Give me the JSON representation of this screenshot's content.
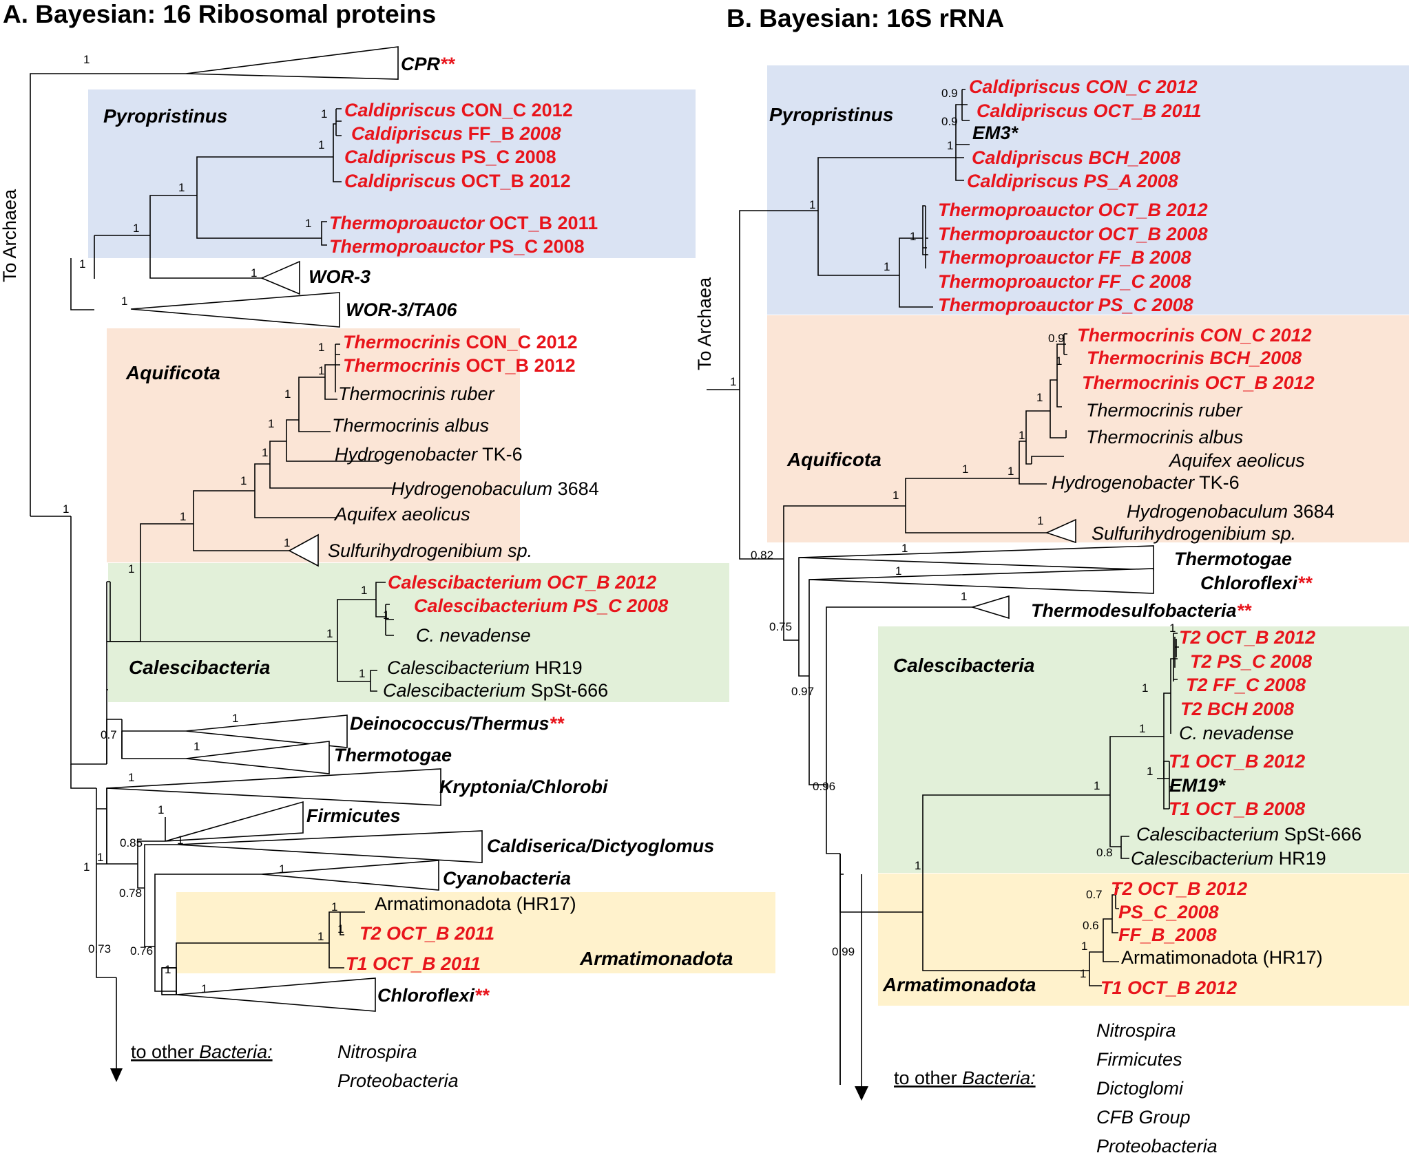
{
  "panels": [
    {
      "title": "A. Bayesian: 16 Ribosomal proteins",
      "outgroup_label": "To Archaea",
      "other_bacteria_label": [
        "to other ",
        "Bacteria:"
      ],
      "other_bacteria_taxa": [
        "Nitrospira",
        "Proteobacteria"
      ],
      "groups": [
        {
          "name": "Pyropristinus",
          "color": "#dae3f3"
        },
        {
          "name": "Aquificota",
          "color": "#fbe5d6"
        },
        {
          "name": "Calescibacteria",
          "color": "#e2f0d9"
        },
        {
          "name": "Armatimonadota",
          "color": "#fff2cc"
        }
      ],
      "tips": [
        {
          "id": "a_cpr",
          "parts": [
            [
              "CPR",
              "bi"
            ],
            [
              "**",
              "rbi"
            ]
          ]
        },
        {
          "id": "a_cal_con",
          "parts": [
            [
              "Caldipriscus",
              "rbi"
            ],
            [
              " CON_C 2012",
              "rb"
            ]
          ]
        },
        {
          "id": "a_cal_ff",
          "parts": [
            [
              "Caldipriscus",
              "rbi"
            ],
            [
              " FF_B ",
              "rb"
            ],
            [
              "2008",
              "rbi"
            ]
          ]
        },
        {
          "id": "a_cal_ps",
          "parts": [
            [
              "Caldipriscus",
              "rbi"
            ],
            [
              " PS_C 2008",
              "rb"
            ]
          ]
        },
        {
          "id": "a_cal_oct",
          "parts": [
            [
              "Caldipriscus",
              "rbi"
            ],
            [
              " OCT_B 2012",
              "rb"
            ]
          ]
        },
        {
          "id": "a_tp_oct",
          "parts": [
            [
              "Thermoproauctor",
              "rbi"
            ],
            [
              " OCT_B 2011",
              "rb"
            ]
          ]
        },
        {
          "id": "a_tp_ps",
          "parts": [
            [
              "Thermoproauctor",
              "rbi"
            ],
            [
              " PS_C 2008",
              "rb"
            ]
          ]
        },
        {
          "id": "a_wor3",
          "parts": [
            [
              "WOR-3",
              "bi"
            ]
          ]
        },
        {
          "id": "a_wor3ta06",
          "parts": [
            [
              "WOR-3/TA06",
              "bi"
            ]
          ]
        },
        {
          "id": "a_tc_con",
          "parts": [
            [
              "Thermocrinis",
              "rbi"
            ],
            [
              " CON_C 2012",
              "rb"
            ]
          ]
        },
        {
          "id": "a_tc_oct",
          "parts": [
            [
              "Thermocrinis",
              "rbi"
            ],
            [
              " OCT_B 2012",
              "rb"
            ]
          ]
        },
        {
          "id": "a_tc_ruber",
          "parts": [
            [
              "Thermocrinis ruber",
              "i"
            ]
          ]
        },
        {
          "id": "a_tc_albus",
          "parts": [
            [
              "Thermocrinis albus",
              "i"
            ]
          ]
        },
        {
          "id": "a_hydro_tk6",
          "parts": [
            [
              "Hydrogenobacter",
              "i"
            ],
            [
              " TK-6",
              "n"
            ]
          ]
        },
        {
          "id": "a_hydrobac",
          "parts": [
            [
              "Hydrogenobaculum",
              "i"
            ],
            [
              " 3684",
              "n"
            ]
          ]
        },
        {
          "id": "a_aquifex",
          "parts": [
            [
              "Aquifex aeolicus",
              "i"
            ]
          ]
        },
        {
          "id": "a_sulfuri",
          "parts": [
            [
              "Sulfurihydrogenibium sp.",
              "i"
            ]
          ]
        },
        {
          "id": "a_cs_oct",
          "parts": [
            [
              "Calescibacterium OCT_B 2012",
              "rbi"
            ]
          ]
        },
        {
          "id": "a_cs_ps",
          "parts": [
            [
              "Calescibacterium PS_C 2008",
              "rbi"
            ]
          ]
        },
        {
          "id": "a_cnev",
          "parts": [
            [
              "C. nevadense",
              "i"
            ]
          ]
        },
        {
          "id": "a_cs_hr19",
          "parts": [
            [
              "Calescibacterium",
              "i"
            ],
            [
              " HR19",
              "n"
            ]
          ]
        },
        {
          "id": "a_cs_spst",
          "parts": [
            [
              "Calescibacterium",
              "i"
            ],
            [
              " SpSt-666",
              "n"
            ]
          ]
        },
        {
          "id": "a_deino",
          "parts": [
            [
              "Deinococcus/Thermus",
              "bi"
            ],
            [
              "**",
              "rbi"
            ]
          ]
        },
        {
          "id": "a_thermotogae",
          "parts": [
            [
              "Thermotogae",
              "bi"
            ]
          ]
        },
        {
          "id": "a_kryp",
          "parts": [
            [
              "Kryptonia/Chlorobi",
              "bi"
            ]
          ]
        },
        {
          "id": "a_firm",
          "parts": [
            [
              "Firmicutes",
              "bi"
            ]
          ]
        },
        {
          "id": "a_caldis",
          "parts": [
            [
              "Caldiserica/Dictyoglomus",
              "bi"
            ]
          ]
        },
        {
          "id": "a_cyano",
          "parts": [
            [
              "Cyanobacteria",
              "bi"
            ]
          ]
        },
        {
          "id": "a_arm_hr17",
          "parts": [
            [
              "Armatimonadota (HR17)",
              "n"
            ]
          ]
        },
        {
          "id": "a_t2_oct",
          "parts": [
            [
              "T2 OCT_B 2011",
              "rbi"
            ]
          ]
        },
        {
          "id": "a_t1_oct",
          "parts": [
            [
              "T1 OCT_B 2011",
              "rbi"
            ]
          ]
        },
        {
          "id": "a_chloro",
          "parts": [
            [
              "Chloroflexi",
              "bi"
            ],
            [
              "**",
              "rbi"
            ]
          ]
        }
      ],
      "supports": [
        {
          "id": "a_s01",
          "value": "1"
        },
        {
          "id": "a_s02",
          "value": "1"
        },
        {
          "id": "a_s03",
          "value": "1"
        },
        {
          "id": "a_s04",
          "value": "1"
        },
        {
          "id": "a_s05",
          "value": "1"
        },
        {
          "id": "a_s06",
          "value": "1"
        },
        {
          "id": "a_s07",
          "value": "1"
        },
        {
          "id": "a_s08",
          "value": "1"
        },
        {
          "id": "a_s09",
          "value": "1"
        },
        {
          "id": "a_s10",
          "value": "1"
        },
        {
          "id": "a_s11",
          "value": "1"
        },
        {
          "id": "a_s12",
          "value": "1"
        },
        {
          "id": "a_s13",
          "value": "1"
        },
        {
          "id": "a_s14",
          "value": "1"
        },
        {
          "id": "a_s15",
          "value": "1"
        },
        {
          "id": "a_s16",
          "value": "1"
        },
        {
          "id": "a_s17",
          "value": "1"
        },
        {
          "id": "a_s18",
          "value": "1"
        },
        {
          "id": "a_s19",
          "value": "1"
        },
        {
          "id": "a_s20",
          "value": "1"
        },
        {
          "id": "a_s21",
          "value": "1"
        },
        {
          "id": "a_s22",
          "value": "1"
        },
        {
          "id": "a_s23",
          "value": "1"
        },
        {
          "id": "a_s24",
          "value": "1"
        },
        {
          "id": "a_s25",
          "value": "0.7"
        },
        {
          "id": "a_s26",
          "value": "1"
        },
        {
          "id": "a_s27",
          "value": "0.7"
        },
        {
          "id": "a_s28",
          "value": "1"
        },
        {
          "id": "a_s29",
          "value": "1"
        },
        {
          "id": "a_s30",
          "value": "1"
        },
        {
          "id": "a_s31",
          "value": "1"
        },
        {
          "id": "a_s32",
          "value": "1"
        },
        {
          "id": "a_s33",
          "value": "0.85"
        },
        {
          "id": "a_s34",
          "value": "1"
        },
        {
          "id": "a_s35",
          "value": "1"
        },
        {
          "id": "a_s36",
          "value": "1"
        },
        {
          "id": "a_s37",
          "value": "0.78"
        },
        {
          "id": "a_s38",
          "value": "1"
        },
        {
          "id": "a_s39",
          "value": "0.76"
        },
        {
          "id": "a_s40",
          "value": "1"
        },
        {
          "id": "a_s41",
          "value": "1"
        },
        {
          "id": "a_s42",
          "value": "0.73"
        }
      ]
    },
    {
      "title": "B. Bayesian: 16S rRNA",
      "outgroup_label": "To Archaea",
      "other_bacteria_label": [
        "to other ",
        "Bacteria:"
      ],
      "other_bacteria_taxa": [
        "Nitrospira",
        "Firmicutes",
        "Dictoglomi",
        "CFB Group",
        "Proteobacteria"
      ],
      "groups": [
        {
          "name": "Pyropristinus",
          "color": "#dae3f3"
        },
        {
          "name": "Aquificota",
          "color": "#fbe5d6"
        },
        {
          "name": "Calescibacteria",
          "color": "#e2f0d9"
        },
        {
          "name": "Armatimonadota",
          "color": "#fff2cc"
        }
      ],
      "tips": [
        {
          "id": "b_cal_con",
          "parts": [
            [
              "Caldipriscus CON_C 2012",
              "rbi"
            ]
          ]
        },
        {
          "id": "b_cal_oct",
          "parts": [
            [
              "Caldipriscus OCT_B 2011",
              "rbi"
            ]
          ]
        },
        {
          "id": "b_em3",
          "parts": [
            [
              "EM3*",
              "bi"
            ]
          ]
        },
        {
          "id": "b_cal_bch",
          "parts": [
            [
              "Caldipriscus BCH_2008",
              "rbi"
            ]
          ]
        },
        {
          "id": "b_cal_psa",
          "parts": [
            [
              "Caldipriscus PS_A 2008",
              "rbi"
            ]
          ]
        },
        {
          "id": "b_tp_oct11",
          "parts": [
            [
              "Thermoproauctor OCT_B 2012",
              "rbi"
            ]
          ]
        },
        {
          "id": "b_tp_oct08",
          "parts": [
            [
              "Thermoproauctor OCT_B 2008",
              "rbi"
            ]
          ]
        },
        {
          "id": "b_tp_ffb",
          "parts": [
            [
              "Thermoproauctor FF_B 2008",
              "rbi"
            ]
          ]
        },
        {
          "id": "b_tp_ffc",
          "parts": [
            [
              "Thermoproauctor FF_C 2008",
              "rbi"
            ]
          ]
        },
        {
          "id": "b_tp_psc",
          "parts": [
            [
              "Thermoproauctor PS_C 2008",
              "rbi"
            ]
          ]
        },
        {
          "id": "b_tc_con",
          "parts": [
            [
              "Thermocrinis CON_C 2012",
              "rbi"
            ]
          ]
        },
        {
          "id": "b_tc_bch",
          "parts": [
            [
              "Thermocrinis BCH_2008",
              "rbi"
            ]
          ]
        },
        {
          "id": "b_tc_oct",
          "parts": [
            [
              "Thermocrinis OCT_B 2012",
              "rbi"
            ]
          ]
        },
        {
          "id": "b_tc_ruber",
          "parts": [
            [
              "Thermocrinis ruber",
              "i"
            ]
          ]
        },
        {
          "id": "b_tc_albus",
          "parts": [
            [
              "Thermocrinis albus",
              "i"
            ]
          ]
        },
        {
          "id": "b_aquifex",
          "parts": [
            [
              "Aquifex aeolicus",
              "i"
            ]
          ]
        },
        {
          "id": "b_hydro_tk6",
          "parts": [
            [
              "Hydrogenobacter",
              "i"
            ],
            [
              " TK-6",
              "n"
            ]
          ]
        },
        {
          "id": "b_hydrobac",
          "parts": [
            [
              "Hydrogenobaculum",
              "i"
            ],
            [
              " 3684",
              "n"
            ]
          ]
        },
        {
          "id": "b_sulfuri",
          "parts": [
            [
              "Sulfurihydrogenibium sp.",
              "i"
            ]
          ]
        },
        {
          "id": "b_thermotogae",
          "parts": [
            [
              "Thermotogae",
              "bi"
            ]
          ]
        },
        {
          "id": "b_chloro",
          "parts": [
            [
              "Chloroflexi",
              "bi"
            ],
            [
              "**",
              "rbi"
            ]
          ]
        },
        {
          "id": "b_thermodes",
          "parts": [
            [
              "Thermodesulfobacteria",
              "bi"
            ],
            [
              "**",
              "rbi"
            ]
          ]
        },
        {
          "id": "b_t2_octb",
          "parts": [
            [
              "T2 OCT_B 2012",
              "rbi"
            ]
          ]
        },
        {
          "id": "b_t2_psc",
          "parts": [
            [
              "T2 PS_C 2008",
              "rbi"
            ]
          ]
        },
        {
          "id": "b_t2_ffc",
          "parts": [
            [
              "T2 FF_C 2008",
              "rbi"
            ]
          ]
        },
        {
          "id": "b_t2_bch",
          "parts": [
            [
              "T2 BCH 2008",
              "rbi"
            ]
          ]
        },
        {
          "id": "b_cnev",
          "parts": [
            [
              "C. nevadense",
              "i"
            ]
          ]
        },
        {
          "id": "b_t1_oct12",
          "parts": [
            [
              "T1 OCT_B 2012",
              "rbi"
            ]
          ]
        },
        {
          "id": "b_em19",
          "parts": [
            [
              "EM19*",
              "bi"
            ]
          ]
        },
        {
          "id": "b_t1_oct08",
          "parts": [
            [
              "T1 OCT_B 2008",
              "rbi"
            ]
          ]
        },
        {
          "id": "b_cs_spst",
          "parts": [
            [
              "Calescibacterium",
              "i"
            ],
            [
              " SpSt-666",
              "n"
            ]
          ]
        },
        {
          "id": "b_cs_hr19",
          "parts": [
            [
              "Calescibacterium",
              "i"
            ],
            [
              " HR19",
              "n"
            ]
          ]
        },
        {
          "id": "b_arm_t2",
          "parts": [
            [
              "T2 OCT_B 2012",
              "rbi"
            ]
          ]
        },
        {
          "id": "b_arm_ps",
          "parts": [
            [
              "PS_C_2008",
              "rbi"
            ]
          ]
        },
        {
          "id": "b_arm_ff",
          "parts": [
            [
              "FF_B_2008",
              "rbi"
            ]
          ]
        },
        {
          "id": "b_arm_hr17",
          "parts": [
            [
              "Armatimonadota (HR17)",
              "n"
            ]
          ]
        },
        {
          "id": "b_arm_t1",
          "parts": [
            [
              "T1 OCT_B 2012",
              "rbi"
            ]
          ]
        }
      ],
      "supports": [
        {
          "id": "b_s01",
          "value": "0.9"
        },
        {
          "id": "b_s02",
          "value": "0.9"
        },
        {
          "id": "b_s03",
          "value": "1"
        },
        {
          "id": "b_s04",
          "value": "1"
        },
        {
          "id": "b_s05",
          "value": "1"
        },
        {
          "id": "b_s06",
          "value": "1"
        },
        {
          "id": "b_s07",
          "value": "1"
        },
        {
          "id": "b_s08",
          "value": "0.9"
        },
        {
          "id": "b_s09",
          "value": "1"
        },
        {
          "id": "b_s10",
          "value": "1"
        },
        {
          "id": "b_s11",
          "value": "1"
        },
        {
          "id": "b_s12",
          "value": "1"
        },
        {
          "id": "b_s13",
          "value": "1"
        },
        {
          "id": "b_s14",
          "value": "1"
        },
        {
          "id": "b_s15",
          "value": "1"
        },
        {
          "id": "b_s16",
          "value": "1"
        },
        {
          "id": "b_s17",
          "value": "0.82"
        },
        {
          "id": "b_s18",
          "value": "1"
        },
        {
          "id": "b_s19",
          "value": "1"
        },
        {
          "id": "b_s20",
          "value": "0.75"
        },
        {
          "id": "b_s21",
          "value": "1"
        },
        {
          "id": "b_s22",
          "value": "0.97"
        },
        {
          "id": "b_s23",
          "value": "1"
        },
        {
          "id": "b_s24",
          "value": "1"
        },
        {
          "id": "b_s25",
          "value": "1"
        },
        {
          "id": "b_s26",
          "value": "1"
        },
        {
          "id": "b_s27",
          "value": "1"
        },
        {
          "id": "b_s28",
          "value": "0.8"
        },
        {
          "id": "b_s29",
          "value": "1"
        },
        {
          "id": "b_s30",
          "value": "0.96"
        },
        {
          "id": "b_s31",
          "value": "0.7"
        },
        {
          "id": "b_s32",
          "value": "0.6"
        },
        {
          "id": "b_s33",
          "value": "1"
        },
        {
          "id": "b_s34",
          "value": "1"
        },
        {
          "id": "b_s35",
          "value": "0.99"
        }
      ]
    }
  ]
}
